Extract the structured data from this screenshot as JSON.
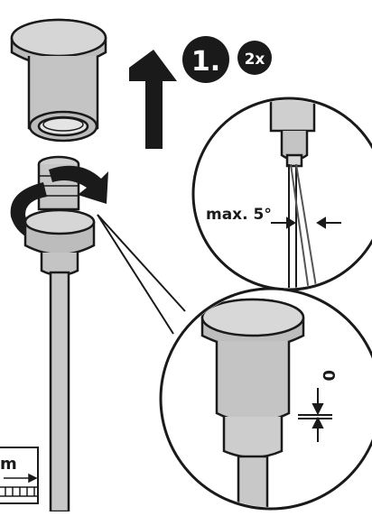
{
  "step": {
    "number": "1.",
    "repeat": "2x"
  },
  "detail_angle": {
    "label": "max. 5°"
  },
  "detail_gap": {
    "label": "0"
  },
  "ruler": {
    "unit_label": "m"
  },
  "colors": {
    "ink": "#1a1a1a",
    "part_fill": "#c9c9c9",
    "part_shade": "#a8a8a8",
    "badge": "#1a1a1a",
    "badge_text": "#ffffff"
  },
  "icons": {
    "lift_arrow": "arrow-up-icon",
    "rotate_arrow": "rotate-arrow-icon"
  }
}
